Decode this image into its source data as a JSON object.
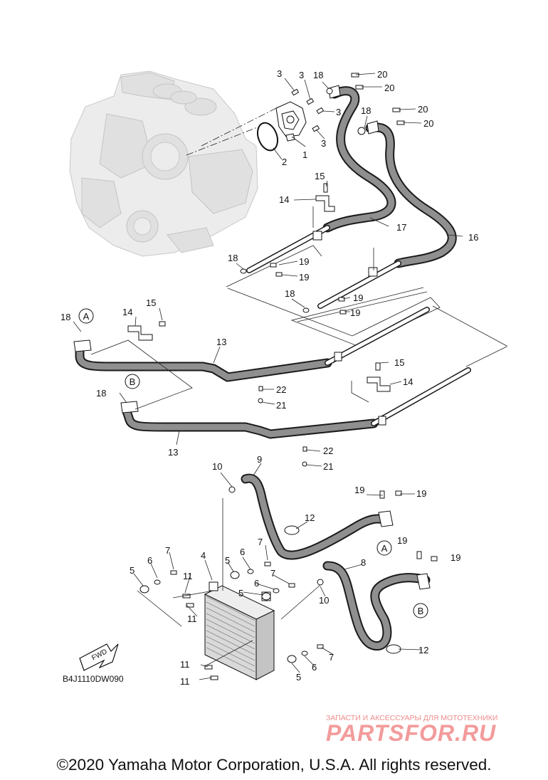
{
  "diagram_code": "B4J1110DW090",
  "fwd_label": "FWD",
  "copyright": "©2020 Yamaha Motor Corporation, U.S.A. All rights reserved.",
  "watermark": {
    "tagline": "ЗАПАСТИ И АКСЕССУАРЫ ДЛЯ МОТОТЕХНИКИ",
    "logo": "PARTSFOR.RU"
  },
  "callouts": {
    "c3a": "3",
    "c3b": "3",
    "c3c": "3",
    "c3d": "3",
    "c18a": "18",
    "c18b": "18",
    "c18c": "18",
    "c18d": "18",
    "c18e": "18",
    "c18f": "18",
    "c20a": "20",
    "c20b": "20",
    "c20c": "20",
    "c20d": "20",
    "c1": "1",
    "c2": "2",
    "c15a": "15",
    "c15b": "15",
    "c15c": "15",
    "c14a": "14",
    "c14b": "14",
    "c14c": "14",
    "c17": "17",
    "c16": "16",
    "c19a": "19",
    "c19b": "19",
    "c19c": "19",
    "c19d": "19",
    "c19e": "19",
    "c19f": "19",
    "c19g": "19",
    "c19h": "19",
    "c13a": "13",
    "c13b": "13",
    "c22a": "22",
    "c22b": "22",
    "c21a": "21",
    "c21b": "21",
    "c10a": "10",
    "c10b": "10",
    "c9": "9",
    "c12a": "12",
    "c12b": "12",
    "c8": "8",
    "c4": "4",
    "c7a": "7",
    "c7b": "7",
    "c7c": "7",
    "c7d": "7",
    "c6a": "6",
    "c6b": "6",
    "c6c": "6",
    "c6d": "6",
    "c5a": "5",
    "c5b": "5",
    "c5c": "5",
    "c5d": "5",
    "c11a": "11",
    "c11b": "11",
    "c11c": "11",
    "c11d": "11"
  },
  "markers": {
    "a1": "A",
    "a2": "A",
    "b1": "B",
    "b2": "B"
  }
}
